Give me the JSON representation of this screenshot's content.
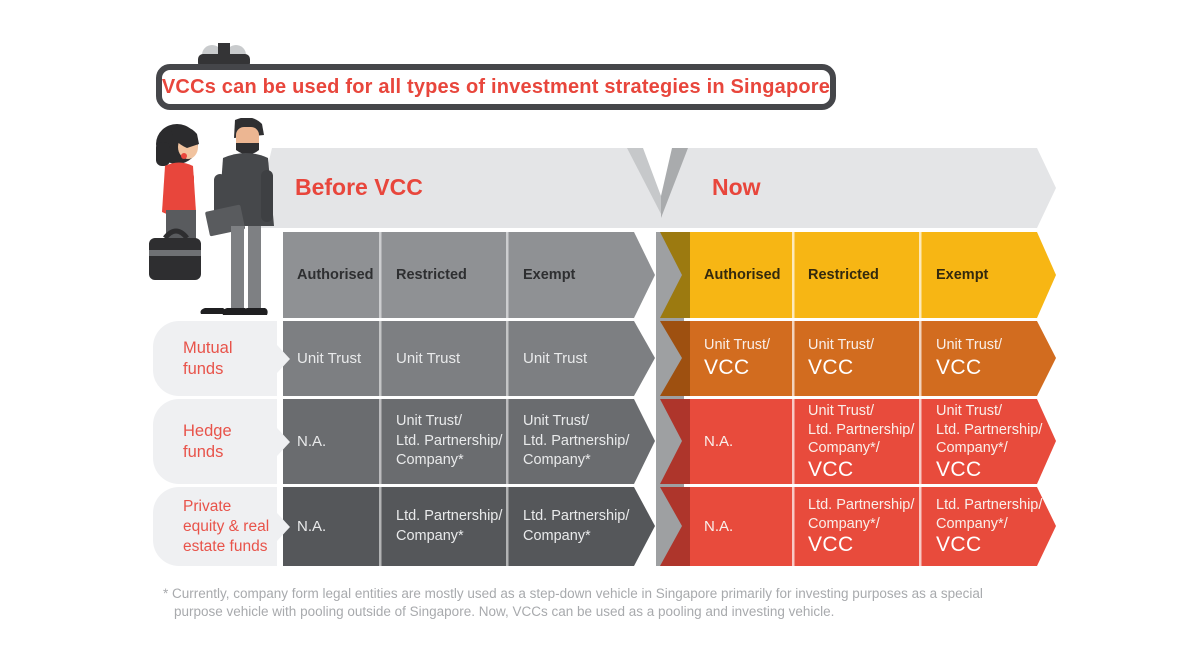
{
  "title": "VCCs can be used for all types of investment strategies in Singapore",
  "palette": {
    "accent_red": "#e8463c",
    "label_red": "#e8534a",
    "band_light_gray": "#e4e5e7",
    "before_header_gray": "#8f9194",
    "before_row_grays": [
      "#7d7f82",
      "#6a6c6f",
      "#55575a"
    ],
    "now_yellow": "#f7b614",
    "now_orange": "#d26c1f",
    "now_red": "#e84b3c",
    "tab_gray": "#eff0f2",
    "footnote_gray": "#a8aaad"
  },
  "before": {
    "title": "Before VCC",
    "columns": [
      "Authorised",
      "Restricted",
      "Exempt"
    ],
    "rows": [
      {
        "label_lines": [
          "Mutual",
          "funds"
        ],
        "cells": [
          {
            "lines": [
              "Unit Trust"
            ]
          },
          {
            "lines": [
              "Unit Trust"
            ]
          },
          {
            "lines": [
              "Unit Trust"
            ]
          }
        ]
      },
      {
        "label_lines": [
          "Hedge",
          "funds"
        ],
        "cells": [
          {
            "lines": [
              "N.A."
            ]
          },
          {
            "lines": [
              "Unit Trust/",
              "Ltd. Partnership/",
              "Company*"
            ]
          },
          {
            "lines": [
              "Unit Trust/",
              "Ltd. Partnership/",
              "Company*"
            ]
          }
        ]
      },
      {
        "label_lines": [
          "Private",
          "equity & real",
          "estate funds"
        ],
        "cells": [
          {
            "lines": [
              "N.A."
            ]
          },
          {
            "lines": [
              "Ltd. Partnership/",
              "Company*"
            ]
          },
          {
            "lines": [
              "Ltd. Partnership/",
              "Company*"
            ]
          }
        ]
      }
    ]
  },
  "now": {
    "title": "Now",
    "columns": [
      "Authorised",
      "Restricted",
      "Exempt"
    ],
    "rows": [
      {
        "cells": [
          {
            "lines": [
              "Unit Trust/"
            ],
            "vcc": "VCC"
          },
          {
            "lines": [
              "Unit Trust/"
            ],
            "vcc": "VCC"
          },
          {
            "lines": [
              "Unit Trust/"
            ],
            "vcc": "VCC"
          }
        ]
      },
      {
        "cells": [
          {
            "lines": [
              "N.A."
            ]
          },
          {
            "lines": [
              "Unit Trust/",
              "Ltd. Partnership/",
              "Company*/"
            ],
            "vcc": "VCC"
          },
          {
            "lines": [
              "Unit Trust/",
              "Ltd. Partnership/",
              "Company*/"
            ],
            "vcc": "VCC"
          }
        ]
      },
      {
        "cells": [
          {
            "lines": [
              "N.A."
            ]
          },
          {
            "lines": [
              "Ltd. Partnership/",
              "Company*/"
            ],
            "vcc": "VCC"
          },
          {
            "lines": [
              "Ltd. Partnership/",
              "Company*/"
            ],
            "vcc": "VCC"
          }
        ]
      }
    ]
  },
  "footnote_lines": [
    "* Currently, company form legal entities are mostly used as a step-down vehicle in Singapore primarily for investing purposes as a special",
    "purpose vehicle with pooling outside of Singapore. Now, VCCs can be used as a pooling and investing vehicle."
  ]
}
